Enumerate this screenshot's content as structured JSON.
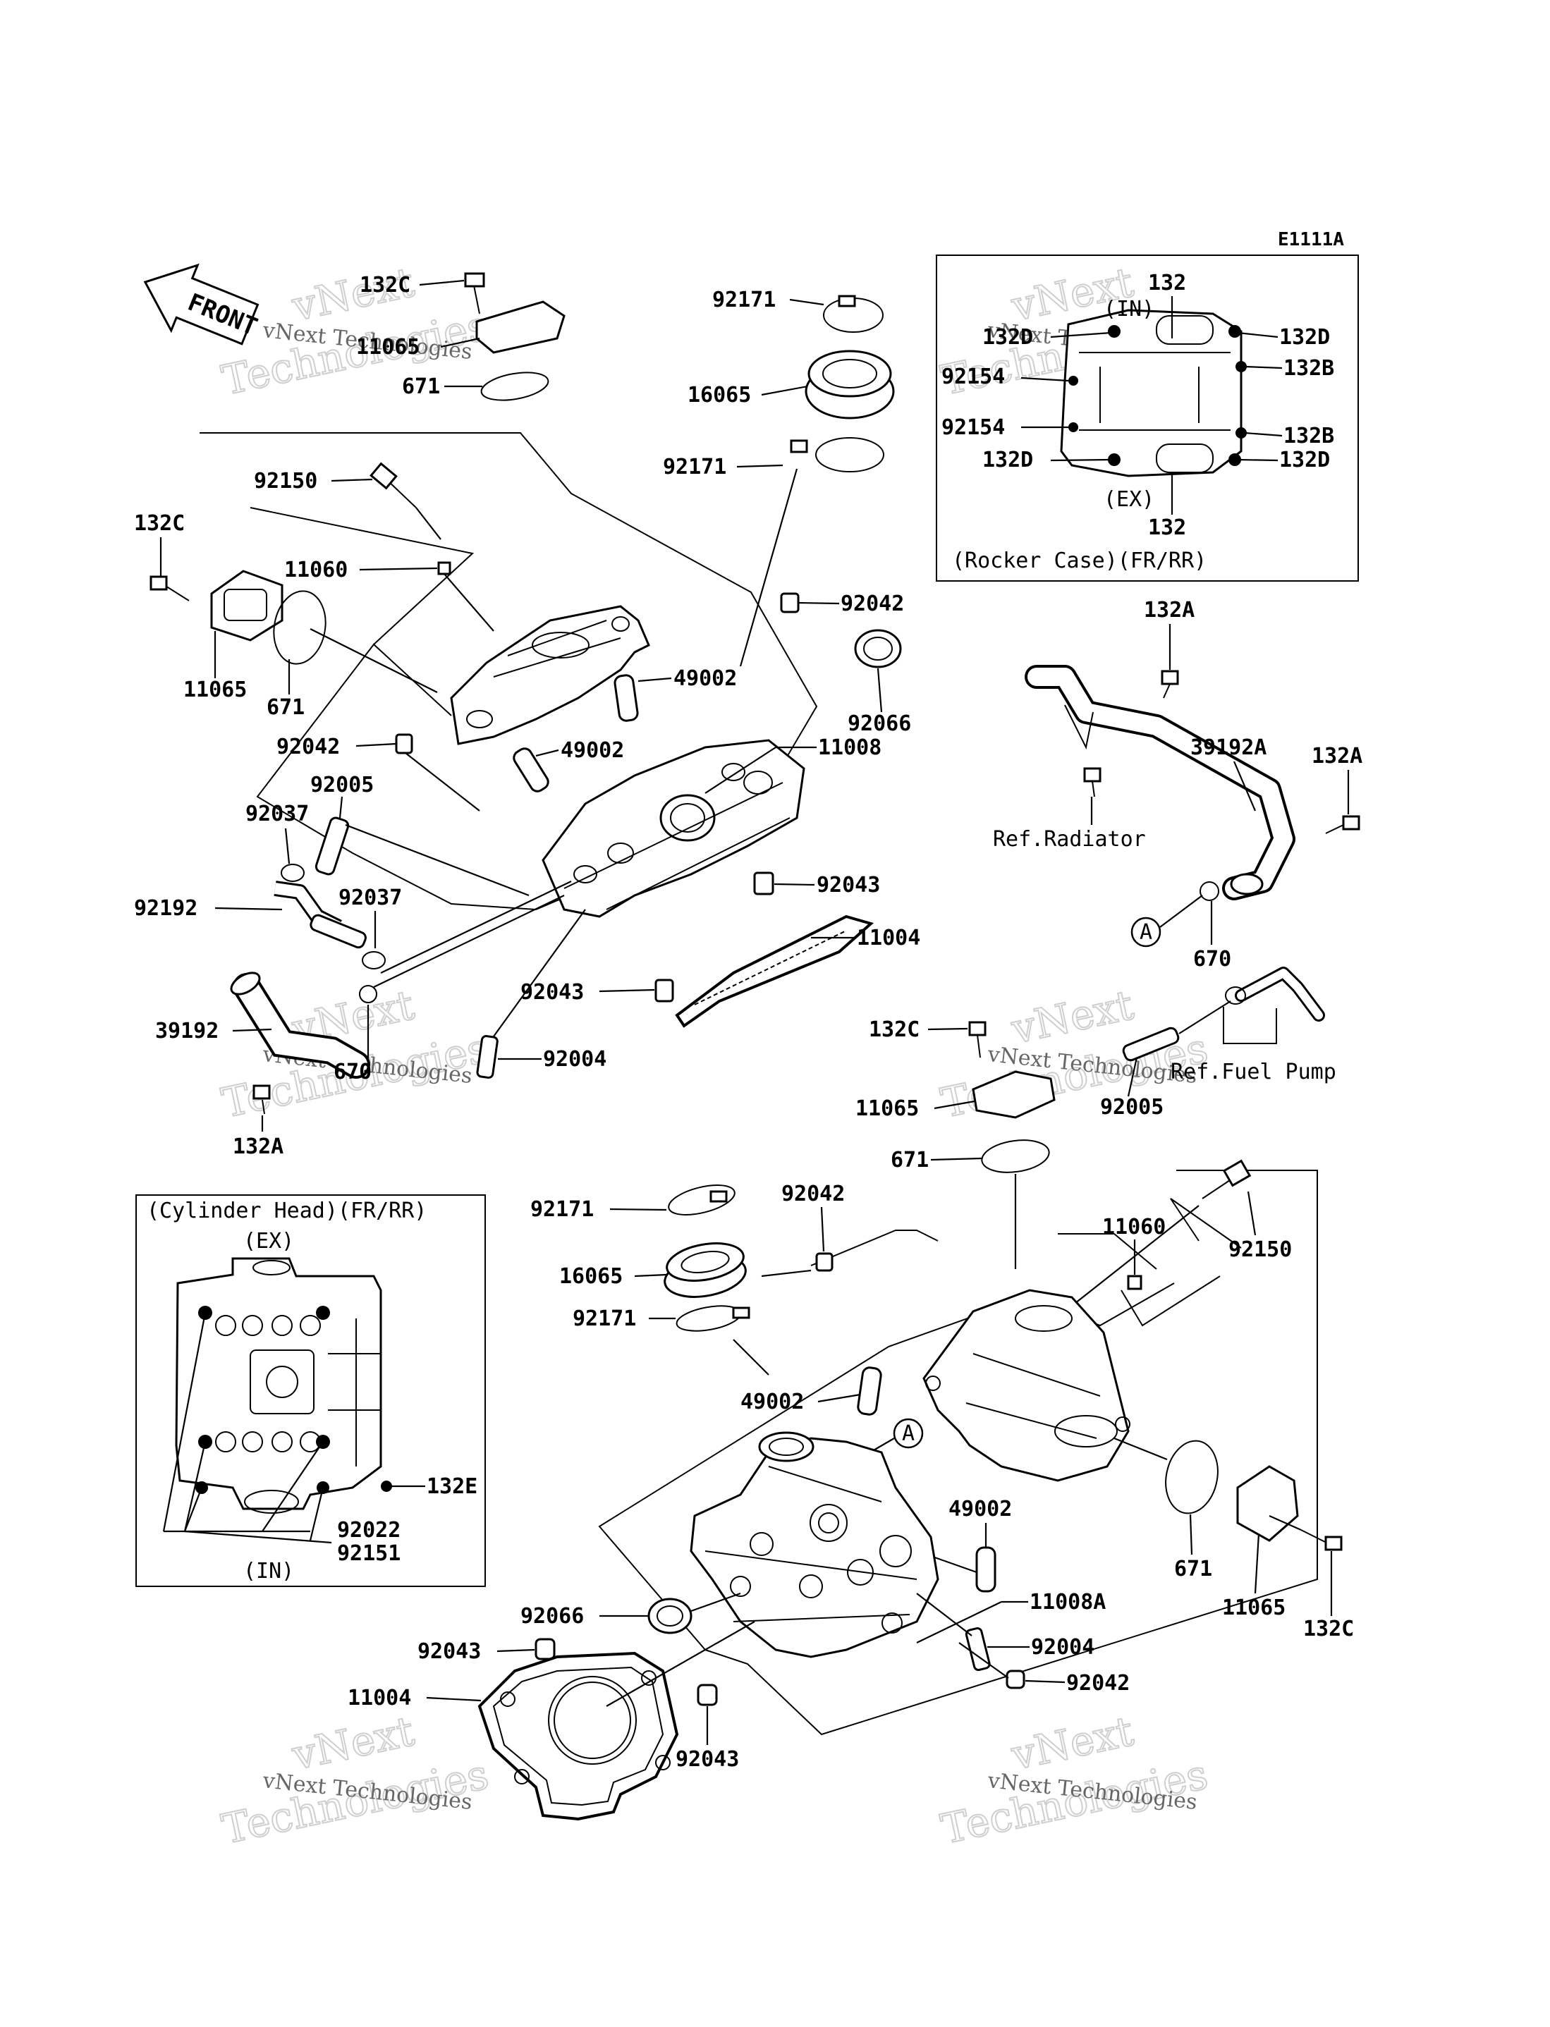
{
  "diagram_code": "E1111A",
  "front_label": "FRONT",
  "watermark": {
    "line1": "vNext",
    "line2": "Technologies",
    "full": "vNext Technologies"
  },
  "notes": {
    "rocker_case_title": "(Rocker Case)(FR/RR)",
    "rocker_in": "(IN)",
    "rocker_ex": "(EX)",
    "cylinder_head_title": "(Cylinder Head)(FR/RR)",
    "cyl_ex": "(EX)",
    "cyl_in": "(IN)",
    "ref_radiator": "Ref.Radiator",
    "ref_fuel_pump": "Ref.Fuel Pump",
    "circle_a": "A"
  },
  "labels": {
    "p132C_a": "132C",
    "p11065_a": "11065",
    "p671_a": "671",
    "p92171_a": "92171",
    "p16065_a": "16065",
    "p92171_b": "92171",
    "p92150_a": "92150",
    "p132C_b": "132C",
    "p11060_a": "11060",
    "p92042_a": "92042",
    "p11065_b": "11065",
    "p671_b": "671",
    "p49002_a": "49002",
    "p92066_a": "92066",
    "p92042_b": "92042",
    "p49002_b": "49002",
    "p11008": "11008",
    "p92005_a": "92005",
    "p92037_a": "92037",
    "p92192": "92192",
    "p92037_b": "92037",
    "p92043_a": "92043",
    "p11004_a": "11004",
    "p92043_b": "92043",
    "p39192": "39192",
    "p670_a": "670",
    "p92004_a": "92004",
    "p132A_a": "132A",
    "p132_top": "132",
    "p132D_a": "132D",
    "p132D_b": "132D",
    "p132B_a": "132B",
    "p92154_a": "92154",
    "p92154_b": "92154",
    "p132B_b": "132B",
    "p132D_c": "132D",
    "p132D_d": "132D",
    "p132_bot": "132",
    "p132A_b": "132A",
    "p39192A": "39192A",
    "p132A_c": "132A",
    "p670_b": "670",
    "p132C_c": "132C",
    "p11065_c": "11065",
    "p92005_b": "92005",
    "p671_c": "671",
    "p92171_c": "92171",
    "p92042_c": "92042",
    "p11060_b": "11060",
    "p92150_b": "92150",
    "p16065_b": "16065",
    "p92171_d": "92171",
    "p49002_c": "49002",
    "p132E": "132E",
    "p92022": "92022",
    "p92151": "92151",
    "p49002_d": "49002",
    "p671_d": "671",
    "p11065_d": "11065",
    "p11008A": "11008A",
    "p132C_d": "132C",
    "p92066_b": "92066",
    "p92004_b": "92004",
    "p92043_c": "92043",
    "p92042_d": "92042",
    "p11004_b": "11004",
    "p92043_d": "92043"
  }
}
